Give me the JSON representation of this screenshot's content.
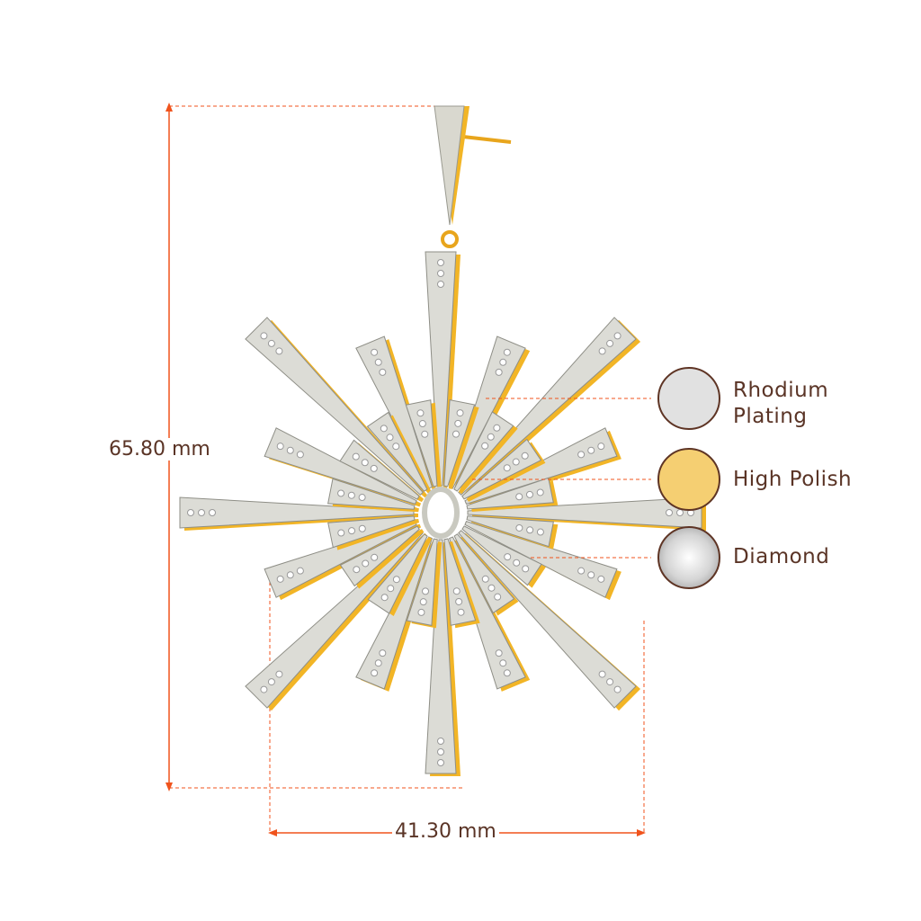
{
  "dimensions": {
    "height_label": "65.80 mm",
    "width_label": "41.30 mm",
    "line_color": "#f0531c"
  },
  "legend": [
    {
      "label_line1": "Rhodium",
      "label_line2": "Plating",
      "color": "#e1e1e1",
      "icon": "rhodium-swatch"
    },
    {
      "label_line1": "High Polish",
      "color": "#f5cf72",
      "icon": "gold-swatch"
    },
    {
      "label_line1": "Diamond",
      "color": "#d8d8d8",
      "icon": "diamond-swatch"
    }
  ],
  "colors": {
    "text": "#5a3426",
    "gold": "#f2b526",
    "silver": "#dcdcd6"
  }
}
